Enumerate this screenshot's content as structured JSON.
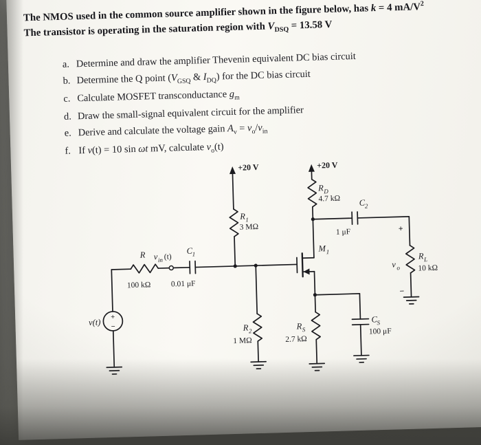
{
  "problem": {
    "intro": [
      {
        "segments": [
          {
            "t": "The NMOS used in the common source amplifier shown in the figure below, has "
          },
          {
            "t": "k",
            "style": "i"
          },
          {
            "t": " = 4 mA/V"
          },
          {
            "t": "2",
            "style": "sup"
          }
        ]
      },
      {
        "segments": [
          {
            "t": "The transistor is operating in the saturation region with "
          },
          {
            "t": "V",
            "style": "i"
          },
          {
            "t": "DSQ",
            "style": "sub"
          },
          {
            "t": " = 13.58 V"
          }
        ]
      }
    ],
    "items": [
      {
        "label": "a.",
        "segments": [
          {
            "t": "Determine and draw the amplifier Thevenin equivalent DC bias circuit"
          }
        ]
      },
      {
        "label": "b.",
        "segments": [
          {
            "t": "Determine the Q point ("
          },
          {
            "t": "V",
            "style": "i"
          },
          {
            "t": "GSQ",
            "style": "sub"
          },
          {
            "t": " & "
          },
          {
            "t": "I",
            "style": "i"
          },
          {
            "t": "DQ",
            "style": "sub"
          },
          {
            "t": ") for the DC bias circuit"
          }
        ]
      },
      {
        "label": "c.",
        "segments": [
          {
            "t": "Calculate MOSFET transconductance "
          },
          {
            "t": "g",
            "style": "i"
          },
          {
            "t": "m",
            "style": "sub"
          }
        ]
      },
      {
        "label": "d.",
        "segments": [
          {
            "t": "Draw the small-signal equivalent circuit for the amplifier"
          }
        ]
      },
      {
        "label": "e.",
        "segments": [
          {
            "t": "Derive and calculate the voltage gain "
          },
          {
            "t": "A",
            "style": "i"
          },
          {
            "t": "v",
            "style": "sub"
          },
          {
            "t": " = "
          },
          {
            "t": "v",
            "style": "i"
          },
          {
            "t": "o",
            "style": "sub"
          },
          {
            "t": "/"
          },
          {
            "t": "v",
            "style": "i"
          },
          {
            "t": "in",
            "style": "sub"
          }
        ]
      },
      {
        "label": "f.",
        "segments": [
          {
            "t": "If "
          },
          {
            "t": "v",
            "style": "i"
          },
          {
            "t": "(t) = 10 sin "
          },
          {
            "t": "ωt",
            "style": "i"
          },
          {
            "t": " mV, calculate "
          },
          {
            "t": "v",
            "style": "i"
          },
          {
            "t": "o",
            "style": "sub"
          },
          {
            "t": "(t)"
          }
        ]
      }
    ]
  },
  "circuit": {
    "vdd_left": "+20 V",
    "vdd_right": "+20 V",
    "r1": {
      "sym": "R",
      "sub": "1",
      "val": "3 MΩ"
    },
    "rd": {
      "sym": "R",
      "sub": "D",
      "val": "4.7 kΩ"
    },
    "c2": {
      "sym": "C",
      "sub": "2",
      "val": "1 μF"
    },
    "rl": {
      "sym": "R",
      "sub": "L",
      "val": "10 kΩ"
    },
    "r2": {
      "sym": "R",
      "sub": "2",
      "val": "1 MΩ"
    },
    "rs": {
      "sym": "R",
      "sub": "S",
      "val": "2.7 kΩ"
    },
    "cs": {
      "sym": "C",
      "sub": "S",
      "val": "100 μF"
    },
    "c1": {
      "sym": "C",
      "sub": "1",
      "val": "0.01 μF"
    },
    "rin": {
      "sym": "R",
      "val": "100 kΩ"
    },
    "m1": {
      "sym": "M",
      "sub": "1"
    },
    "vo": {
      "sym": "v",
      "sub": "o",
      "plus": "+",
      "minus": "−"
    },
    "vin": {
      "sym": "v",
      "sub": "in",
      "suffix": "(t)"
    },
    "vsrc": {
      "label": "v(t)",
      "plus": "+",
      "minus": "−"
    }
  }
}
